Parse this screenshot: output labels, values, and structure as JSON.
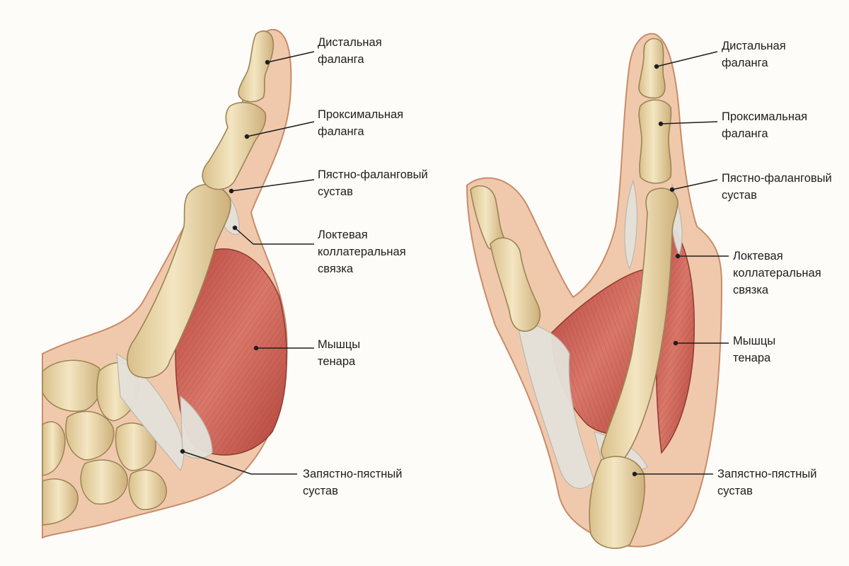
{
  "left_view": {
    "labels": {
      "distal": [
        "Дистальная",
        "фаланга"
      ],
      "proximal": [
        "Проксимальная",
        "фаланга"
      ],
      "mcp": [
        "Пястно-фаланговый",
        "сустав"
      ],
      "ucl": [
        "Локтевая",
        "коллатеральная",
        "связка"
      ],
      "thenar": [
        "Мышцы",
        "тенара"
      ],
      "cmc": [
        "Запястно-пястный",
        "сустав"
      ]
    }
  },
  "right_view": {
    "labels": {
      "distal": [
        "Дистальная",
        "фаланга"
      ],
      "proximal": [
        "Проксимальная",
        "фаланга"
      ],
      "mcp": [
        "Пястно-фаланговый",
        "сустав"
      ],
      "ucl": [
        "Локтевая",
        "коллатеральная",
        "связка"
      ],
      "thenar": [
        "Мышцы",
        "тенара"
      ],
      "cmc": [
        "Запястно-пястный",
        "сустав"
      ]
    }
  },
  "colors": {
    "skin": "#f0c9ac",
    "skin_edge": "#c98b6a",
    "bone": "#ead6a6",
    "bone_edge": "#9b8455",
    "muscle": "#cf6a5e",
    "ligament": "#e4e2db",
    "leader": "#1e1e1e"
  }
}
